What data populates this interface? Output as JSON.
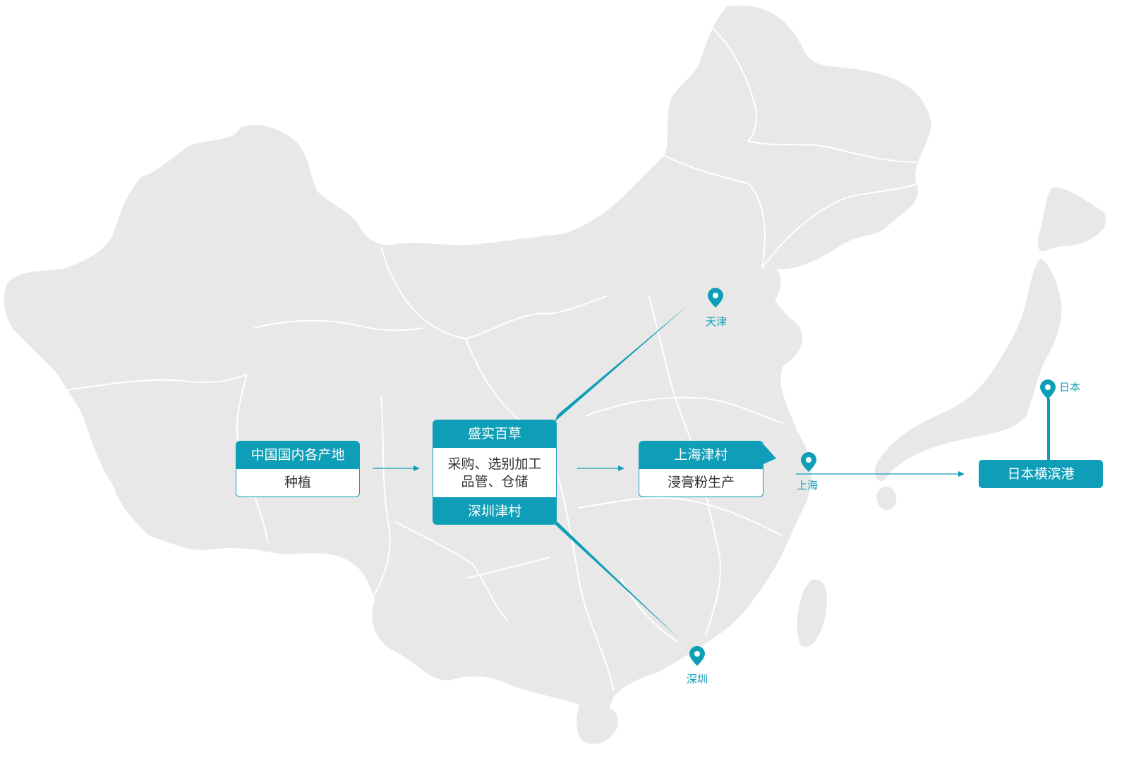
{
  "colors": {
    "accent": "#0f9eb7",
    "land": "#e8e8e8",
    "border": "#ffffff"
  },
  "cards": {
    "origin": {
      "title": "中国国内各产地",
      "body": "种植"
    },
    "center": {
      "title": "盛实百草",
      "line1": "采购、选别加工",
      "line2": "品管、仓储",
      "footer": "深圳津村"
    },
    "shanghai": {
      "title": "上海津村",
      "body": "浸膏粉生产"
    },
    "yokohama": {
      "title": "日本横滨港"
    }
  },
  "pins": {
    "tianjin": "天津",
    "shenzhen": "深圳",
    "shanghai": "上海",
    "japan": "日本"
  }
}
